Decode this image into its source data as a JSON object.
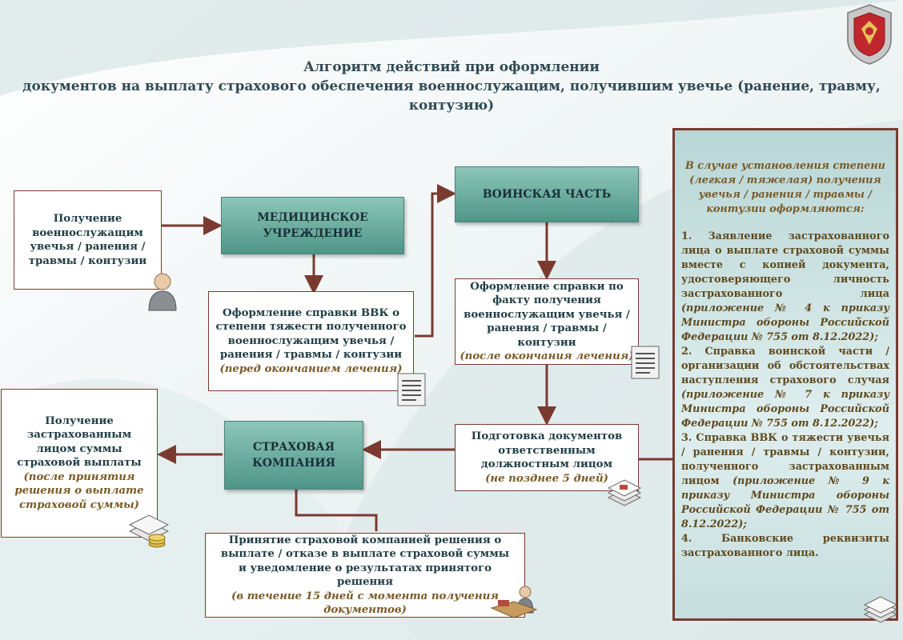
{
  "title": {
    "line1": "Алгоритм действий при оформлении",
    "line2": "документов на выплату страхового обеспечения военнослужащим, получившим увечье (ранение, травму, контузию)"
  },
  "nodes": {
    "receive_injury": "Получение военнослужащим увечья / ранения / травмы / контузии",
    "medical": "МЕДИЦИНСКОЕ УЧРЕЖДЕНИЕ",
    "military_unit": "ВОИНСКАЯ ЧАСТЬ",
    "insurance": "СТРАХОВАЯ КОМПАНИЯ",
    "vvk_main": "Оформление справки ВВК о степени тяжести полученного военнослужащим увечья / ранения / травмы / контузии",
    "vvk_note": "(перед окончанием лечения)",
    "unit_cert_main": "Оформление справки по факту получения военнослужащим увечья / ранения / травмы / контузии",
    "unit_cert_note": "(после окончания лечения)",
    "prep_main": "Подготовка документов ответственным должностным лицом",
    "prep_note": "(не позднее 5 дней)",
    "payout_main": "Получение застрахованным лицом суммы страховой выплаты",
    "payout_note": "(после принятия решения о выплате страховой суммы)",
    "decision_main": "Принятие страховой компанией решения о выплате / отказе в выплате страховой суммы и уведомление о результатах принятого решения",
    "decision_note": "(в течение 15 дней с момента получения документов)"
  },
  "sidebar": {
    "heading": "В случае установления степени (легкая / тяжелая) получения увечья / ранения / травмы / контузии оформляются:",
    "item1_main": "1. Заявление застрахованного лица о выплате страховой суммы вместе с копией документа, удостоверяющего личность застрахованного лица",
    "item1_note": "(приложение № 4 к приказу Министра обороны Российской Федерации № 755 от 8.12.2022);",
    "item2_main": "2. Справка воинской части / организации об обстоятельствах наступления страхового случая",
    "item2_note": "(приложение № 7 к приказу Министра обороны Российской Федерации № 755 от 8.12.2022);",
    "item3_main": "3. Справка ВВК о тяжести увечья / ранения / травмы / контузии, полученного застрахованным лицом",
    "item3_note": "(приложение № 9 к приказу Министра обороны Российской Федерации № 755 от 8.12.2022);",
    "item4_main": "4. Банковские реквизиты застрахованного лица."
  },
  "colors": {
    "accent_teal": "#5fa596",
    "border_brown": "#7a3a30",
    "title": "#2f4a55"
  },
  "icons": [
    "person-icon",
    "document-icon",
    "document-stack-icon",
    "money-stack-icon",
    "worker-at-desk-icon",
    "emblem-icon"
  ]
}
